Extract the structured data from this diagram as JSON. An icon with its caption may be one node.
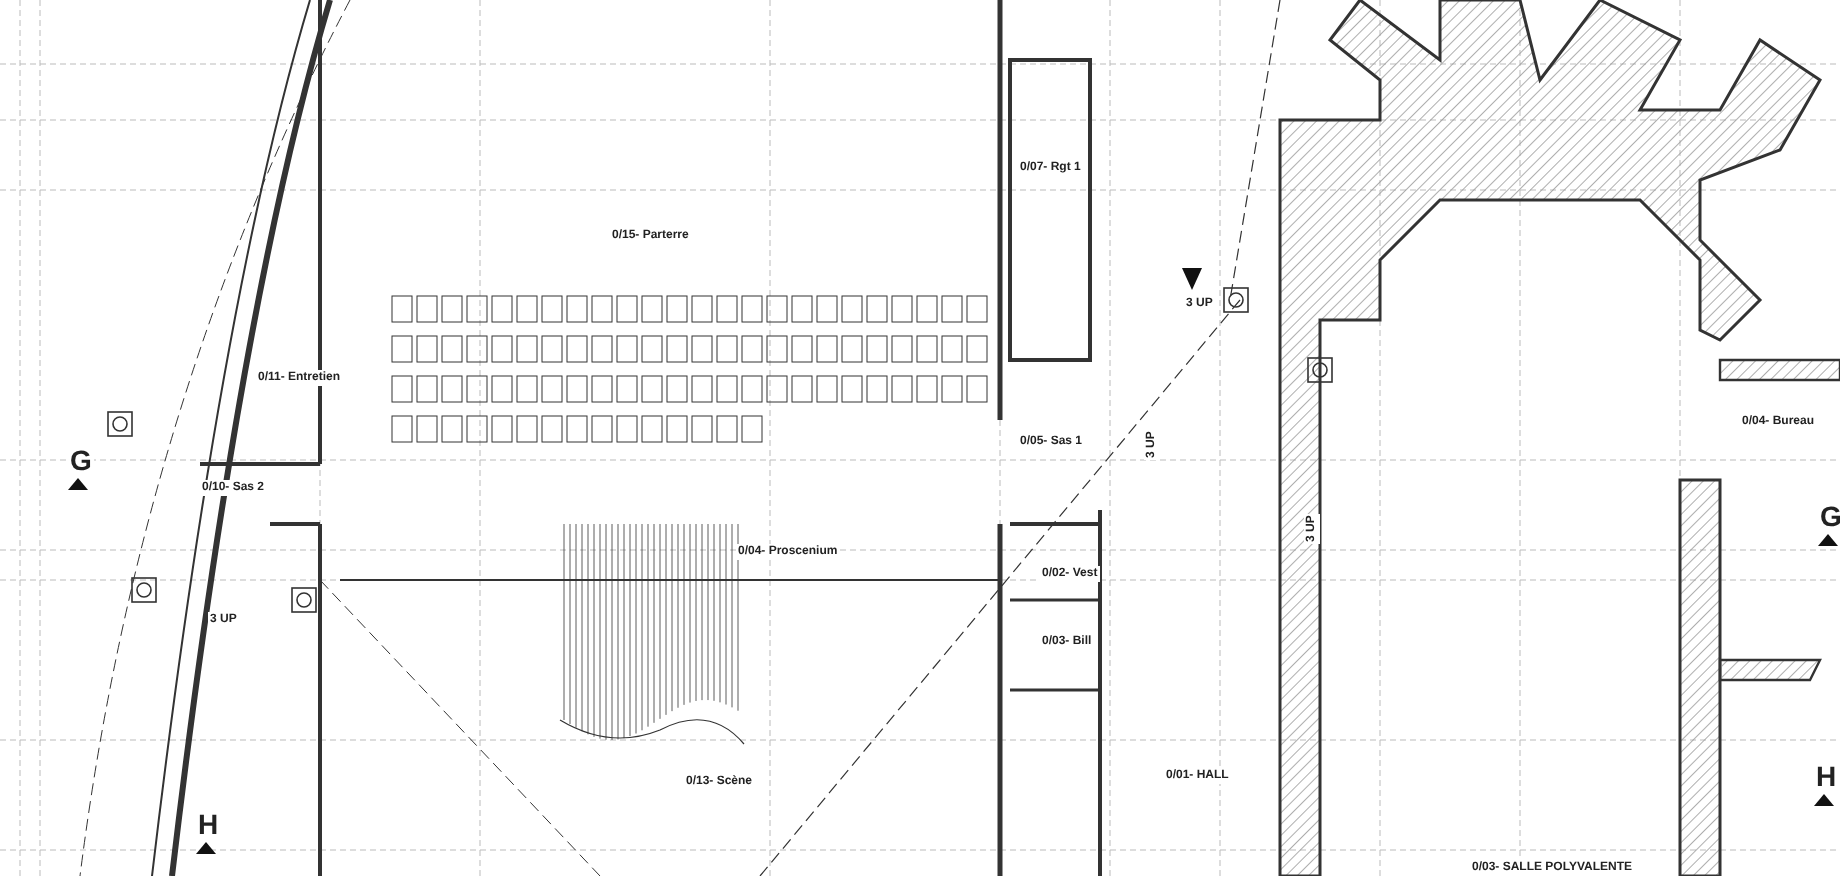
{
  "diagram": {
    "labels": [
      "0/11- Entretien",
      "0/10- Sas 2",
      "3 UP",
      "G",
      "H",
      "0/15- Parterre",
      "0/07- Rgt 1",
      "0/05- Sas 1",
      "3 UP",
      "3 UP",
      "0/04- Proscenium",
      "0/02- Vest",
      "0/03- Bill",
      "0/13- Scène",
      "0/01- HALL",
      "3 UP",
      "0/03- SALLE POLYVALENTE",
      "0/04- Bureau",
      "G",
      "H"
    ]
  }
}
